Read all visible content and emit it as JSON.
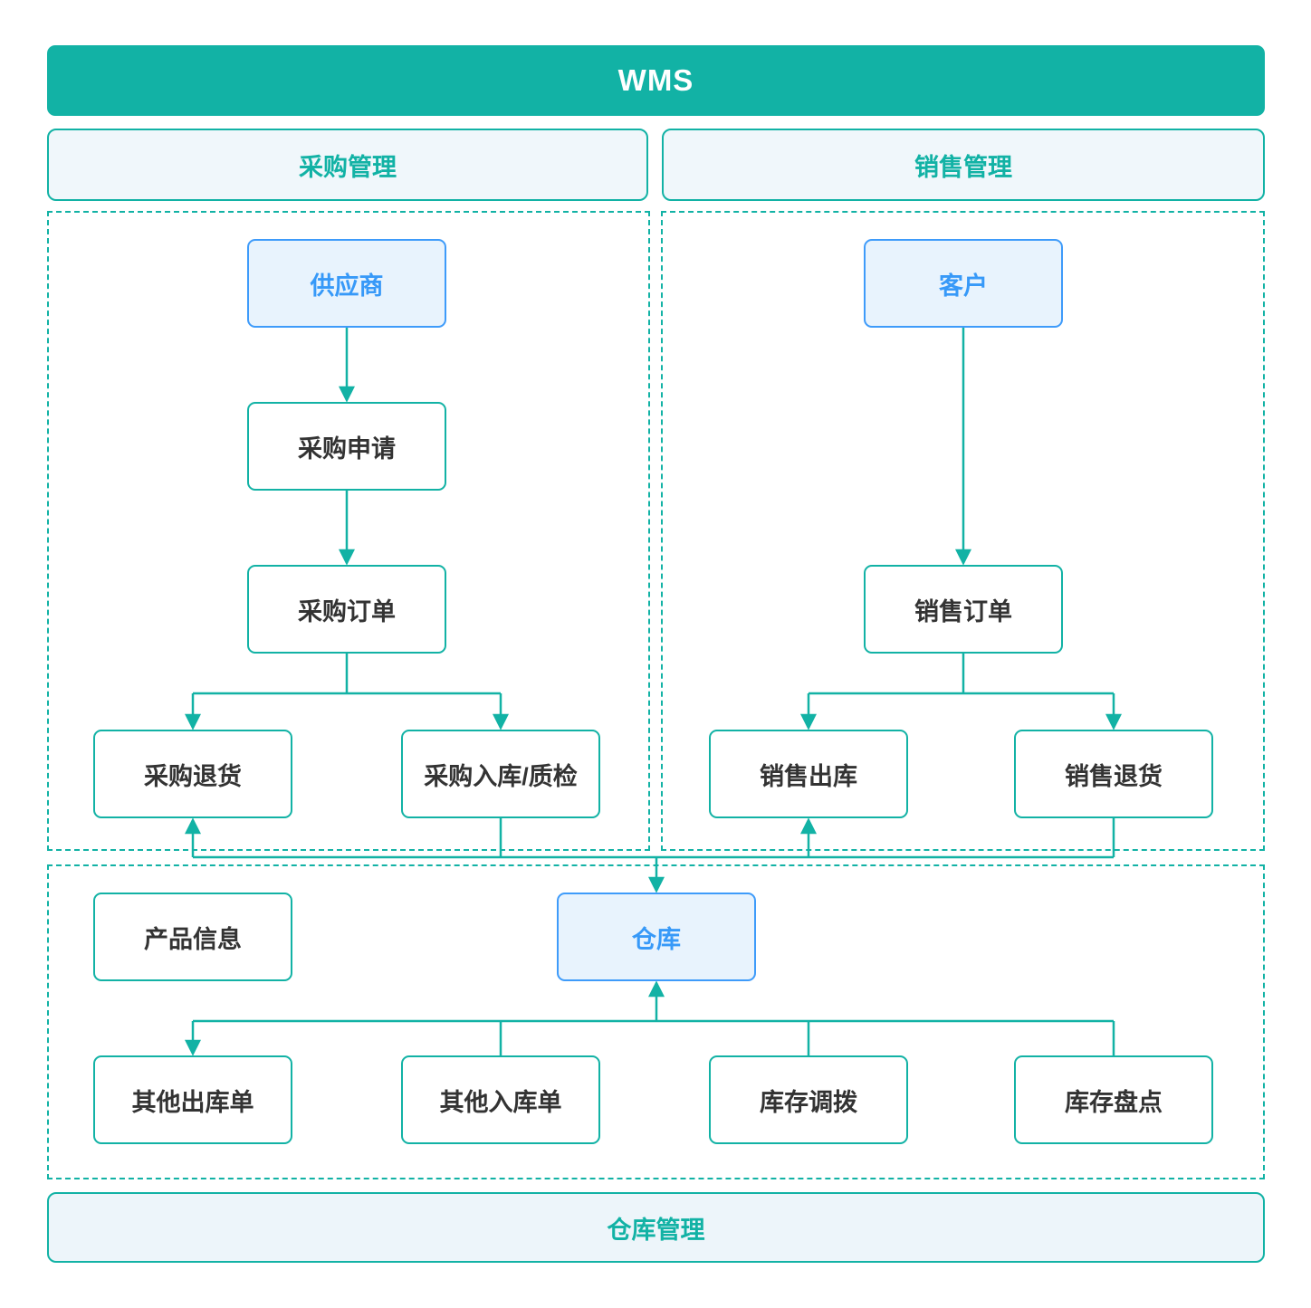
{
  "title": "WMS",
  "sections": {
    "purchase": "采购管理",
    "sales": "销售管理",
    "warehouse": "仓库管理"
  },
  "nodes": {
    "supplier": "供应商",
    "purchase_request": "采购申请",
    "purchase_order": "采购订单",
    "purchase_return": "采购退货",
    "purchase_inbound_qc": "采购入库/质检",
    "customer": "客户",
    "sales_order": "销售订单",
    "sales_outbound": "销售出库",
    "sales_return": "销售退货",
    "product_info": "产品信息",
    "warehouse": "仓库",
    "other_outbound": "其他出库单",
    "other_inbound": "其他入库单",
    "inventory_transfer": "库存调拨",
    "inventory_count": "库存盘点"
  },
  "colors": {
    "teal": "#12B2A5",
    "section_fill": "#F0F7FB",
    "banner_fill": "#EDF5FA",
    "highlight_border": "#3E9BFA",
    "highlight_fill": "#E8F3FD",
    "highlight_text": "#3799F8",
    "node_text": "#333333",
    "wms_text": "#FFFFFF"
  },
  "edges": [
    {
      "from": "supplier",
      "to": "purchase_request",
      "arrow": true,
      "points": [
        [
          383,
          362
        ],
        [
          383,
          442
        ]
      ]
    },
    {
      "from": "purchase_request",
      "to": "purchase_order",
      "arrow": true,
      "points": [
        [
          383,
          542
        ],
        [
          383,
          622
        ]
      ]
    },
    {
      "from": "purchase_order",
      "to": "purchase_branch",
      "arrow": false,
      "points": [
        [
          383,
          722
        ],
        [
          383,
          766
        ]
      ]
    },
    {
      "from": "purchase_branch",
      "to": "purchase_branch",
      "arrow": false,
      "points": [
        [
          213,
          766
        ],
        [
          553,
          766
        ]
      ]
    },
    {
      "from": "purchase_branch",
      "to": "purchase_return",
      "arrow": true,
      "points": [
        [
          213,
          766
        ],
        [
          213,
          804
        ]
      ]
    },
    {
      "from": "purchase_branch",
      "to": "purchase_inbound_qc",
      "arrow": true,
      "points": [
        [
          553,
          766
        ],
        [
          553,
          804
        ]
      ]
    },
    {
      "from": "customer",
      "to": "sales_order",
      "arrow": true,
      "points": [
        [
          1064,
          362
        ],
        [
          1064,
          622
        ]
      ]
    },
    {
      "from": "sales_order",
      "to": "sales_branch",
      "arrow": false,
      "points": [
        [
          1064,
          722
        ],
        [
          1064,
          766
        ]
      ]
    },
    {
      "from": "sales_branch",
      "to": "sales_branch",
      "arrow": false,
      "points": [
        [
          893,
          766
        ],
        [
          1230,
          766
        ]
      ]
    },
    {
      "from": "sales_branch",
      "to": "sales_outbound",
      "arrow": true,
      "points": [
        [
          893,
          766
        ],
        [
          893,
          804
        ]
      ]
    },
    {
      "from": "sales_branch",
      "to": "sales_return",
      "arrow": true,
      "points": [
        [
          1230,
          766
        ],
        [
          1230,
          804
        ]
      ]
    },
    {
      "from": "purchase_inbound_qc",
      "to": "warehouse_bus",
      "arrow": false,
      "points": [
        [
          553,
          904
        ],
        [
          553,
          947
        ]
      ]
    },
    {
      "from": "sales_return",
      "to": "warehouse_bus",
      "arrow": false,
      "points": [
        [
          1230,
          904
        ],
        [
          1230,
          947
        ]
      ]
    },
    {
      "from": "warehouse_bus",
      "to": "warehouse_bus",
      "arrow": false,
      "points": [
        [
          213,
          947
        ],
        [
          1230,
          947
        ]
      ]
    },
    {
      "from": "warehouse_bus",
      "to": "purchase_return",
      "arrow": true,
      "points": [
        [
          213,
          947
        ],
        [
          213,
          906
        ]
      ]
    },
    {
      "from": "warehouse_bus",
      "to": "sales_outbound",
      "arrow": true,
      "points": [
        [
          893,
          947
        ],
        [
          893,
          906
        ]
      ]
    },
    {
      "from": "warehouse_bus",
      "to": "warehouse",
      "arrow": true,
      "points": [
        [
          725,
          947
        ],
        [
          725,
          984
        ]
      ]
    },
    {
      "from": "stock_branch",
      "to": "warehouse",
      "arrow": true,
      "points": [
        [
          725,
          1128
        ],
        [
          725,
          1086
        ]
      ]
    },
    {
      "from": "stock_branch",
      "to": "stock_branch",
      "arrow": false,
      "points": [
        [
          213,
          1128
        ],
        [
          1230,
          1128
        ]
      ]
    },
    {
      "from": "stock_branch",
      "to": "other_outbound",
      "arrow": true,
      "points": [
        [
          213,
          1128
        ],
        [
          213,
          1164
        ]
      ]
    },
    {
      "from": "stock_branch",
      "to": "other_inbound",
      "arrow": false,
      "points": [
        [
          553,
          1128
        ],
        [
          553,
          1167
        ]
      ]
    },
    {
      "from": "stock_branch",
      "to": "inventory_transfer",
      "arrow": false,
      "points": [
        [
          893,
          1128
        ],
        [
          893,
          1167
        ]
      ]
    },
    {
      "from": "stock_branch",
      "to": "inventory_count",
      "arrow": false,
      "points": [
        [
          1230,
          1128
        ],
        [
          1230,
          1167
        ]
      ]
    }
  ]
}
